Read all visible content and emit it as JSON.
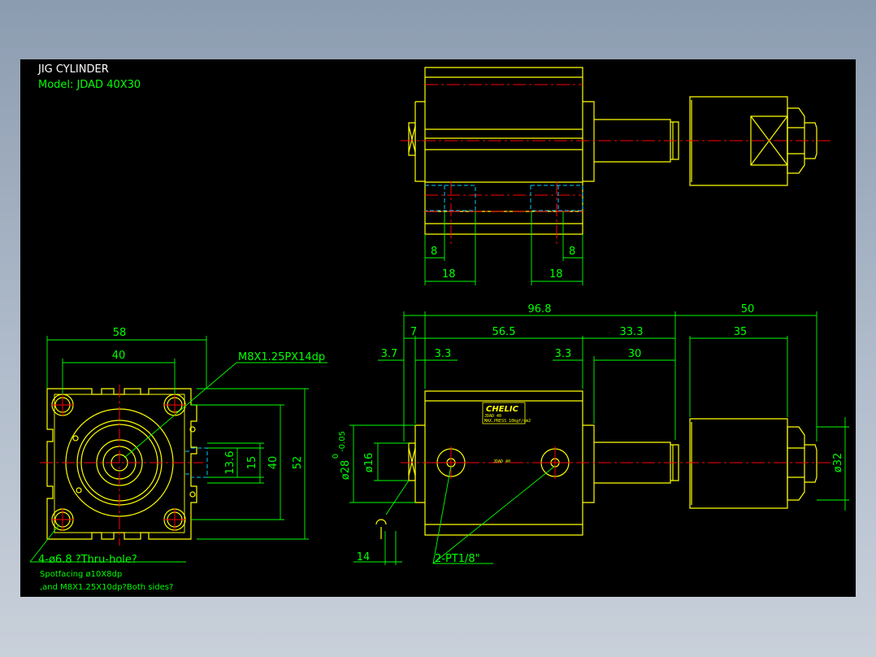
{
  "title_block": {
    "line1": "JIG CYLINDER",
    "line2": "Model:  JDAD  40X30"
  },
  "colors": {
    "background": "#000000",
    "outline": "#ffff00",
    "dimension": "#00ff00",
    "centerline": "#ff0000",
    "hidden": "#00c8ff",
    "title_text": "#ffffff"
  },
  "dims_top_view": {
    "port_left": "8",
    "port_right": "8",
    "pitch_left": "18",
    "pitch_right": "18"
  },
  "dims_front_view": {
    "length_total": "96.8",
    "length_rod": "50",
    "seg_7": "7",
    "seg_body": "56.5",
    "seg_33_3": "33.3",
    "seg_35": "35",
    "seg_3_7": "3.7",
    "seg_3_3_left": "3.3",
    "seg_3_3_right": "3.3",
    "seg_30": "30",
    "dia_28": "ø28",
    "dia_28_tol_upper": "0",
    "dia_28_tol_lower": "-0.05",
    "dia_16": "ø16",
    "dia_32": "ø32",
    "dim_14": "14",
    "port_note": "2-PT1/8\""
  },
  "dims_end_view": {
    "width_58": "58",
    "pitch_40": "40",
    "thread_note": "M8X1.25PX14dp",
    "dim_13_6": "13.6",
    "dim_15": "15",
    "dim_40_v": "40",
    "dim_52": "52",
    "hole_note_1": "4-ø6.8 ?Thru-hole?",
    "hole_note_2": "Spotfacing ø10X8dp",
    "hole_note_3": ",and M8X1.25X10dp?Both sides?"
  },
  "label_plate": {
    "brand": "CHELIC",
    "line_a": "JDAD 40",
    "line_b": "MAX.PRESS 10kgf/cm2"
  },
  "body_marking": "JDAD 40"
}
